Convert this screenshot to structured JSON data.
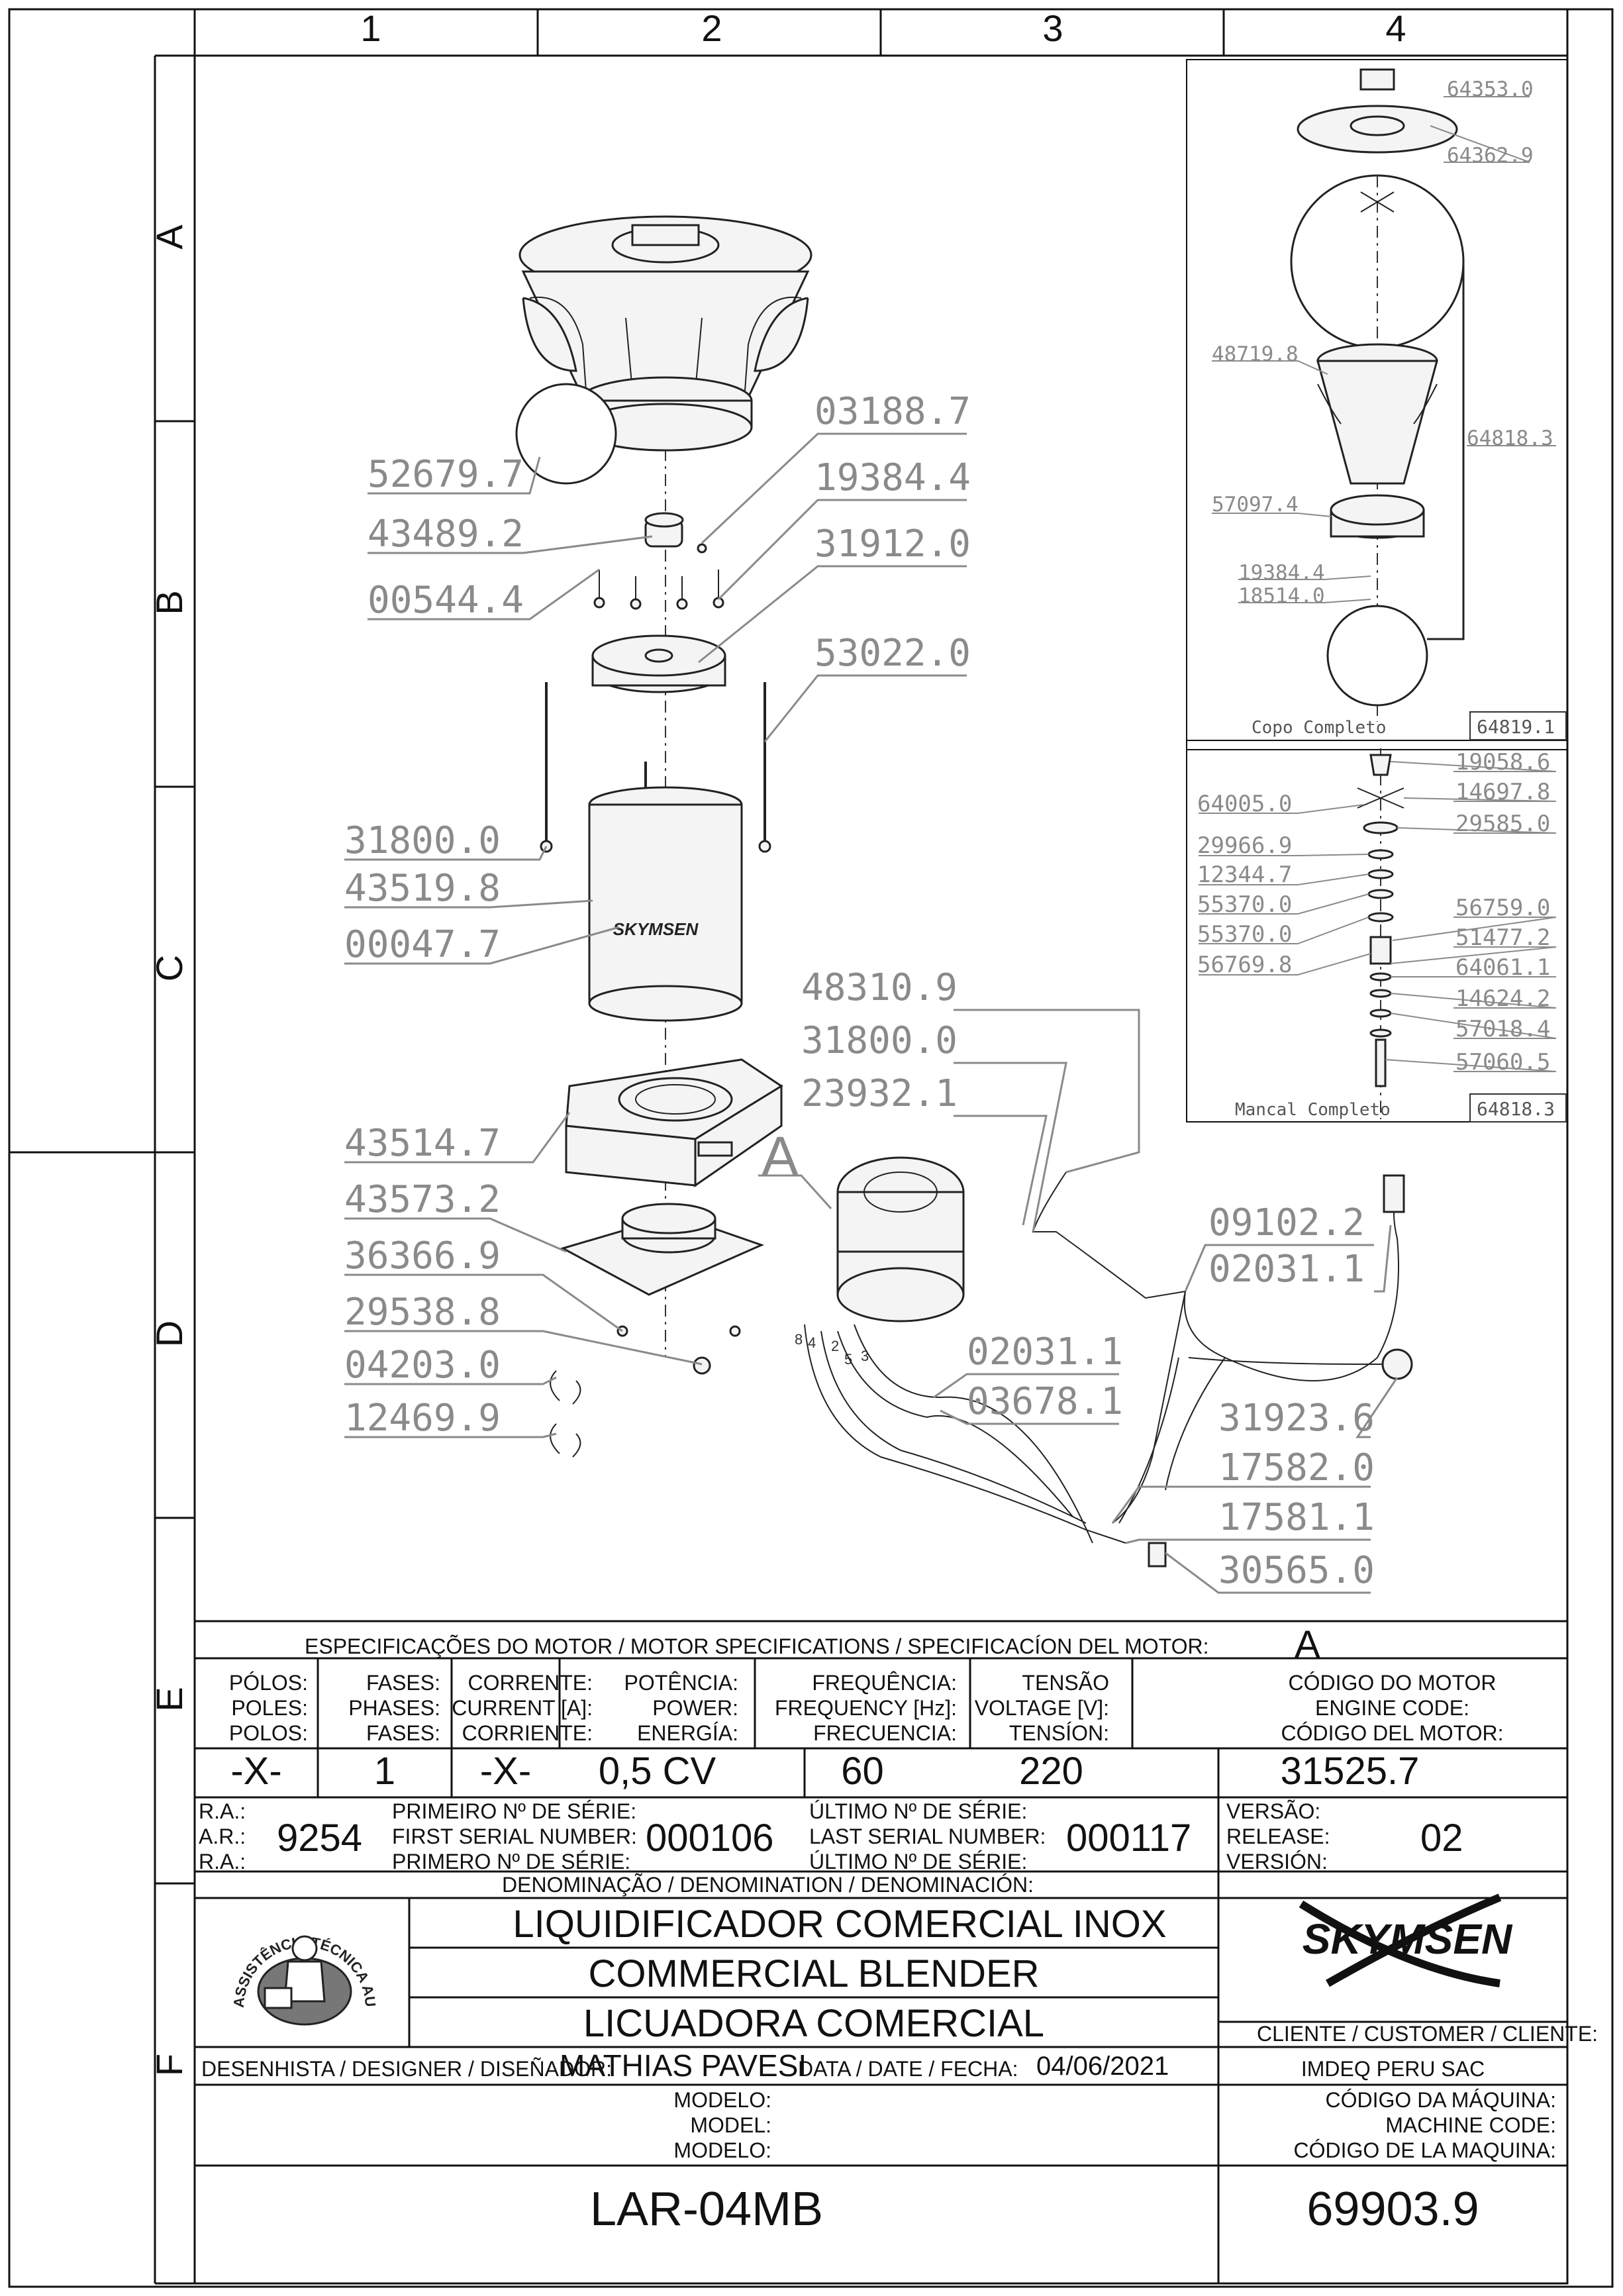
{
  "grid": {
    "columns": [
      "1",
      "2",
      "3",
      "4"
    ],
    "rows": [
      "A",
      "B",
      "C",
      "D",
      "E",
      "F"
    ]
  },
  "callouts": {
    "p52679_7": "52679.7",
    "p43489_2": "43489.2",
    "p00544_4": "00544.4",
    "p03188_7": "03188.7",
    "p19384_4": "19384.4",
    "p31912_0": "31912.0",
    "p53022_0": "53022.0",
    "p31800_0a": "31800.0",
    "p43519_8": "43519.8",
    "p00047_7": "00047.7",
    "p43514_7": "43514.7",
    "p43573_2": "43573.2",
    "p36366_9": "36366.9",
    "p29538_8": "29538.8",
    "p04203_0": "04203.0",
    "p12469_9": "12469.9",
    "p48310_9": "48310.9",
    "p31800_0b": "31800.0",
    "p23932_1": "23932.1",
    "motor_ref": "A",
    "p09102_2": "09102.2",
    "p02031_1a": "02031.1",
    "p02031_1b": "02031.1",
    "p03678_1": "03678.1",
    "p31923_6": "31923.6",
    "p17582_0": "17582.0",
    "p17581_1": "17581.1",
    "p30565_0": "30565.0"
  },
  "jar_panel": {
    "p64353_0": "64353.0",
    "p64362_9": "64362.9",
    "p48719_8": "48719.8",
    "p64818_3": "64818.3",
    "p57097_4": "57097.4",
    "p19384_4": "19384.4",
    "p18514_0": "18514.0",
    "title": "Copo Completo",
    "code": "64819.1"
  },
  "bearing_panel": {
    "p19058_6": "19058.6",
    "p14697_8": "14697.8",
    "p64005_0": "64005.0",
    "p29585_0": "29585.0",
    "p29966_9": "29966.9",
    "p12344_7": "12344.7",
    "p55370_0a": "55370.0",
    "p55370_0b": "55370.0",
    "p56769_8": "56769.8",
    "p56759_0": "56759.0",
    "p51477_2": "51477.2",
    "p64061_1": "64061.1",
    "p14624_2": "14624.2",
    "p57018_4": "57018.4",
    "p57060_5": "57060.5",
    "title": "Mancal Completo",
    "code": "64818.3"
  },
  "brand_on_body": "SKYMSEN",
  "wire_numbers": [
    "8",
    "4",
    "2",
    "5",
    "3"
  ],
  "motor_spec": {
    "header": "ESPECIFICAÇÕES DO MOTOR / MOTOR SPECIFICATIONS / SPECIFICACÍON DEL MOTOR:",
    "motor_letter": "A",
    "poles_label": [
      "PÓLOS:",
      "POLES:",
      "POLOS:"
    ],
    "phases_label": [
      "FASES:",
      "PHASES:",
      "FASES:"
    ],
    "current_label": [
      "CORRENTE:",
      "CURRENT [A]:",
      "CORRIENTE:"
    ],
    "power_label": [
      "POTÊNCIA:",
      "POWER:",
      "ENERGÍA:"
    ],
    "frequency_label": [
      "FREQUÊNCIA:",
      "FREQUENCY [Hz]:",
      "FRECUENCIA:"
    ],
    "voltage_label": [
      "TENSÃO",
      "VOLTAGE [V]:",
      "TENSÍON:"
    ],
    "engine_code_label": [
      "CÓDIGO DO MOTOR",
      "ENGINE CODE:",
      "CÓDIGO DEL MOTOR:"
    ],
    "poles": "-X-",
    "phases": "1",
    "current": "-X-",
    "power": "0,5 CV",
    "frequency": "60",
    "voltage": "220",
    "engine_code": "31525.7"
  },
  "serials": {
    "ra_label": [
      "R.A.:",
      "A.R.:",
      "R.A.:"
    ],
    "ra": "9254",
    "first_label": [
      "PRIMEIRO Nº DE SÉRIE:",
      "FIRST SERIAL NUMBER:",
      "PRIMERO Nº DE SÉRIE:"
    ],
    "first": "000106",
    "last_label": [
      "ÚLTIMO Nº DE SÉRIE:",
      "LAST SERIAL NUMBER:",
      "ÚLTIMO Nº DE SÉRIE:"
    ],
    "last": "000117",
    "release_label": [
      "VERSÃO:",
      "RELEASE:",
      "VERSIÓN:"
    ],
    "release": "02"
  },
  "denomination": {
    "header": "DENOMINAÇÃO / DENOMINATION / DENOMINACIÓN:",
    "pt": "LIQUIDIFICADOR COMERCIAL INOX",
    "en": "COMMERCIAL BLENDER",
    "es": "LICUADORA COMERCIAL"
  },
  "seal": {
    "ring_text": "ASSISTÊNCIA TÉCNICA AUTORIZADA"
  },
  "brand": "SKYMSEN",
  "customer": {
    "label": "CLIENTE / CUSTOMER / CLIENTE:",
    "name": "IMDEQ PERU SAC"
  },
  "designer": {
    "label": "DESENHISTA / DESIGNER / DISEÑADOR:",
    "name": "MATHIAS PAVESI",
    "date_label": "DATA / DATE / FECHA:",
    "date": "04/06/2021"
  },
  "model": {
    "label": [
      "MODELO:",
      "MODEL:",
      "MODELO:"
    ],
    "value": "LAR-04MB"
  },
  "machine": {
    "label": [
      "CÓDIGO DA MÁQUINA:",
      "MACHINE CODE:",
      "CÓDIGO DE LA MAQUINA:"
    ],
    "value": "69903.9"
  }
}
